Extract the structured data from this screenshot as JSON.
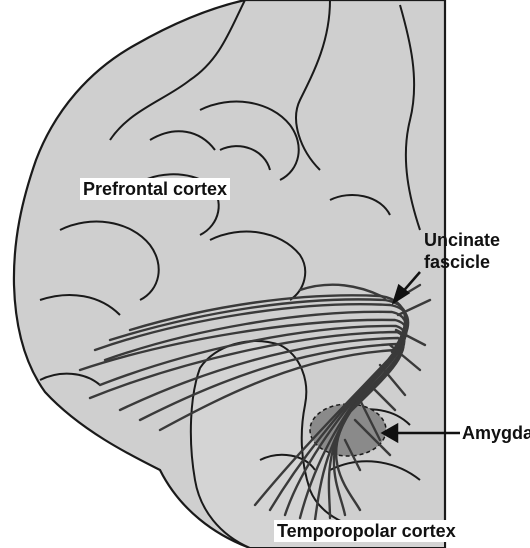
{
  "labels": {
    "prefrontal": "Prefrontal cortex",
    "uncinate_line1": "Uncinate",
    "uncinate_line2": "fascicle",
    "amygdala": "Amygdala",
    "temporopolar": "Temporopolar cortex"
  },
  "colors": {
    "brain_fill": "#cfcfcf",
    "brain_outline": "#1a1a1a",
    "fiber": "#3a3a3a",
    "amygdala_fill": "#8a8a8a"
  }
}
